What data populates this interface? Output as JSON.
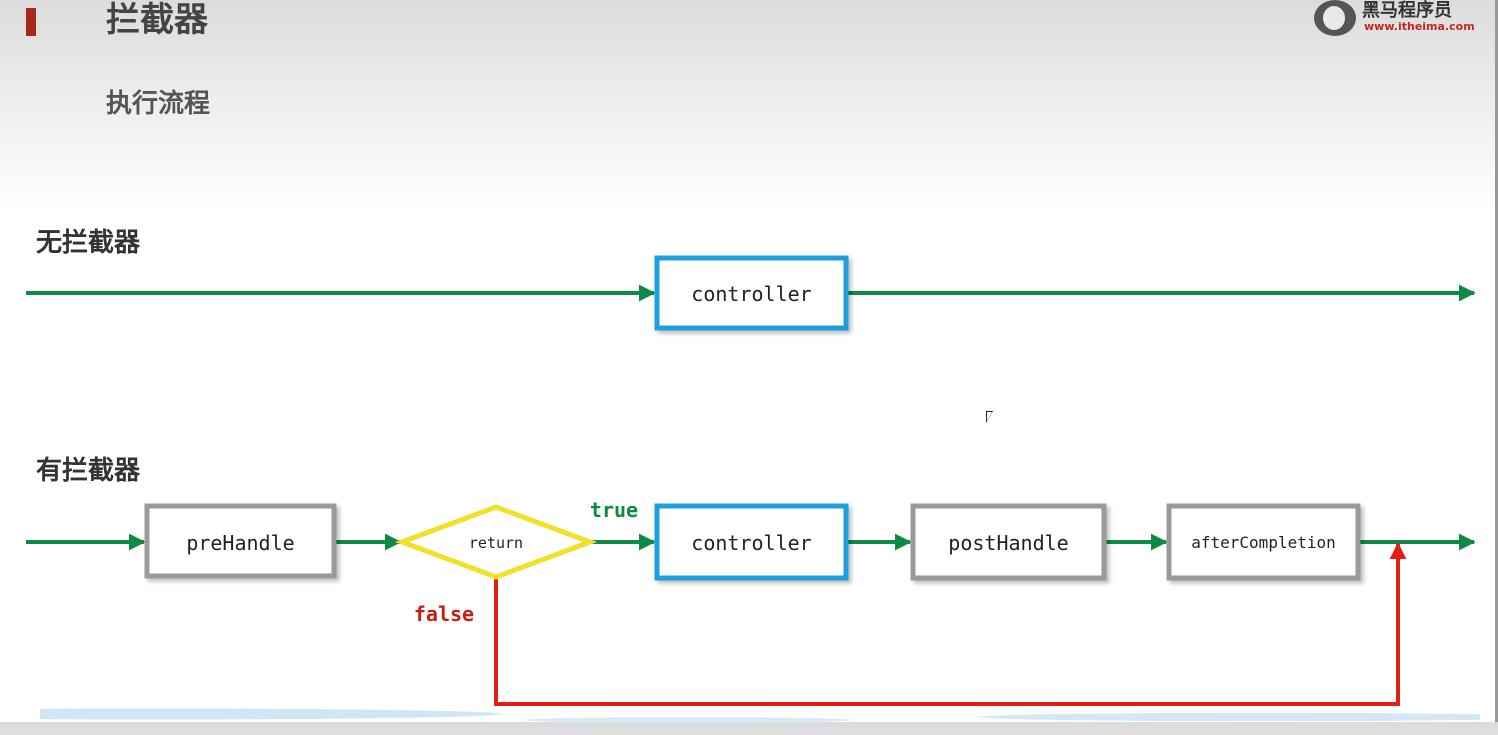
{
  "header": {
    "title": "拦截器",
    "subtitle": "执行流程",
    "logo_name": "黑马程序员",
    "logo_url": "www.itheima.com"
  },
  "sections": {
    "without_label": "无拦截器",
    "with_label": "有拦截器"
  },
  "flow_without": {
    "controller": "controller"
  },
  "flow_with": {
    "prehandle": "preHandle",
    "decision": "return",
    "controller": "controller",
    "posthandle": "postHandle",
    "aftercompletion": "afterCompletion",
    "true_label": "true",
    "false_label": "false"
  },
  "colors": {
    "flow_arrow": "#0f8a45",
    "false_path": "#e02014",
    "controller_border": "#1a9ee0",
    "handler_border": "#9a9a9a",
    "decision_border": "#f2e12a"
  }
}
